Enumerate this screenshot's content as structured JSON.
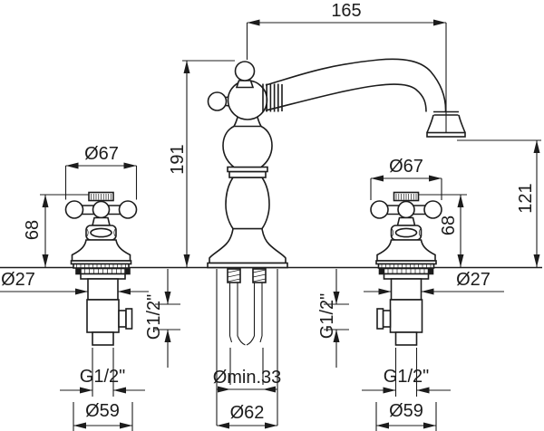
{
  "drawing": {
    "type": "technical-dimension-drawing",
    "subject": "three-hole basin mixer faucet, side elevation with mounting dimensions",
    "units": "mm",
    "colors": {
      "line": "#1c1c1c",
      "background": "#ffffff"
    }
  },
  "labels": {
    "spout_reach": "165",
    "total_height": "191",
    "spout_outlet_height": "121",
    "left_handle_height": "68",
    "right_handle_height": "68",
    "left_handle_diameter": "Ø67",
    "right_handle_diameter": "Ø67",
    "left_shank_diameter": "Ø27",
    "right_shank_diameter": "Ø27",
    "left_side_inlet_thread": "G1/2\"",
    "right_side_inlet_thread": "G1/2\"",
    "left_bottom_inlet_thread": "G1/2\"",
    "right_bottom_inlet_thread": "G1/2\"",
    "min_hole_diameter": "Ømin.33",
    "center_base_diameter": "Ø62",
    "left_base_diameter": "Ø59",
    "right_base_diameter": "Ø59"
  }
}
